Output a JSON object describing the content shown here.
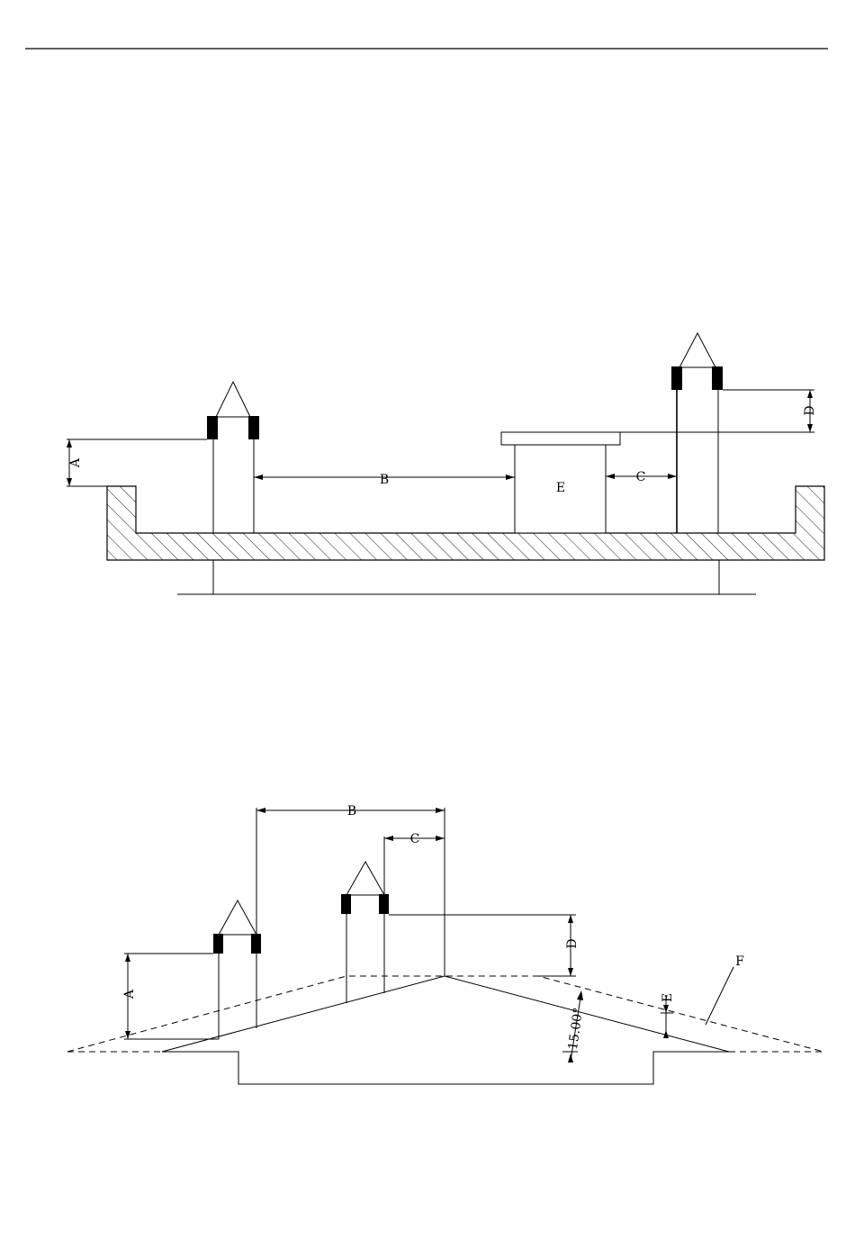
{
  "diagram_top": {
    "labels": {
      "A": "A",
      "B": "B",
      "C": "C",
      "D": "D",
      "E": "E"
    }
  },
  "diagram_bottom": {
    "labels": {
      "A": "A",
      "B": "B",
      "C": "C",
      "D": "D",
      "E": "E",
      "F": "F",
      "angle": "15.00°"
    }
  }
}
